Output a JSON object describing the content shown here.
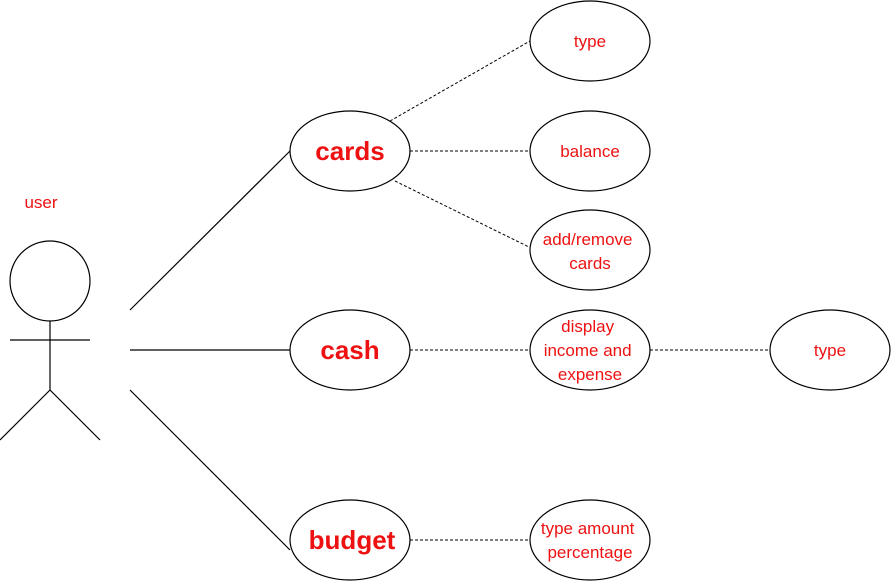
{
  "colors": {
    "label": "#ee1111",
    "stroke": "#000000",
    "background": "#ffffff"
  },
  "actor": {
    "label": "user"
  },
  "use_cases": {
    "cards": {
      "label": "cards"
    },
    "cash": {
      "label": "cash"
    },
    "budget": {
      "label": "budget"
    },
    "cards_type": {
      "label": "type"
    },
    "cards_balance": {
      "label": "balance"
    },
    "cards_add_remove": {
      "lines": [
        "add/remove",
        "cards"
      ]
    },
    "cash_display": {
      "lines": [
        "display",
        "income and",
        "expense"
      ]
    },
    "cash_display_type": {
      "label": "type"
    },
    "budget_detail": {
      "lines": [
        "type amount",
        "percentage"
      ]
    }
  }
}
